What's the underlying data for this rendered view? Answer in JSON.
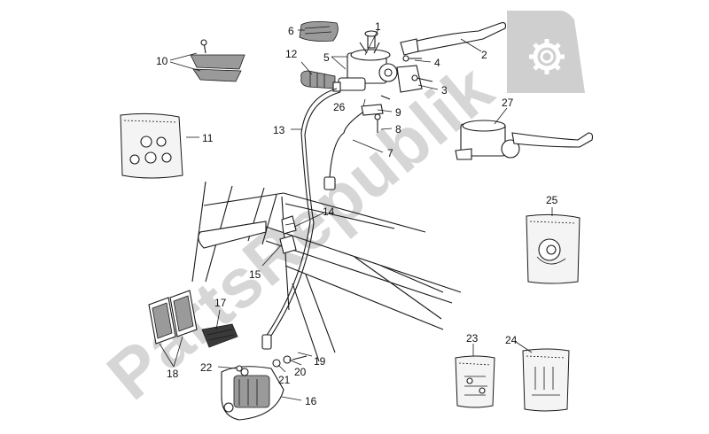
{
  "watermark": {
    "text": "PartsRepublik"
  },
  "callouts": {
    "c1": "1",
    "c2": "2",
    "c3": "3",
    "c4": "4",
    "c5": "5",
    "c6": "6",
    "c7": "7",
    "c8": "8",
    "c9": "9",
    "c10": "10",
    "c11": "11",
    "c12": "12",
    "c13": "13",
    "c14": "14",
    "c15": "15",
    "c16": "16",
    "c17": "17",
    "c18": "18",
    "c19": "19",
    "c20": "20",
    "c21": "21",
    "c22": "22",
    "c23": "23",
    "c24": "24",
    "c25": "25",
    "c26": "26",
    "c27": "27"
  },
  "icons": {
    "logo": "gear-icon"
  }
}
